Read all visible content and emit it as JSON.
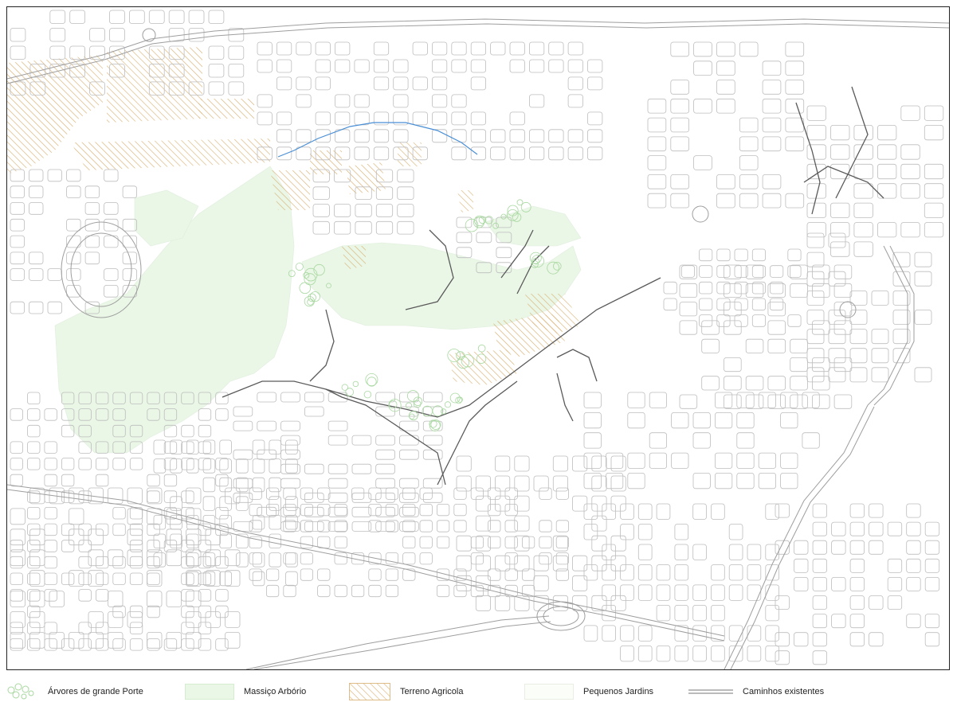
{
  "map": {
    "description_visible": false
  },
  "legend": {
    "items": [
      {
        "key": "arvores",
        "label": "Árvores de grande Porte",
        "color": "#a8d8a0"
      },
      {
        "key": "massico",
        "label": "Massiço Arbório",
        "color": "#eaf6e6"
      },
      {
        "key": "terreno",
        "label": "Terreno Agricola",
        "color": "#d9b070"
      },
      {
        "key": "jardins",
        "label": "Pequenos Jardins",
        "color": "#fbfdf9"
      },
      {
        "key": "caminhos",
        "label": "Caminhos existentes",
        "color": "#555555"
      }
    ]
  },
  "colors": {
    "street_lines": "#b8b8b8",
    "block_outlines": "#c4c4c4",
    "paths": "#555555",
    "stream": "#4a8fd6",
    "frame": "#222222"
  }
}
